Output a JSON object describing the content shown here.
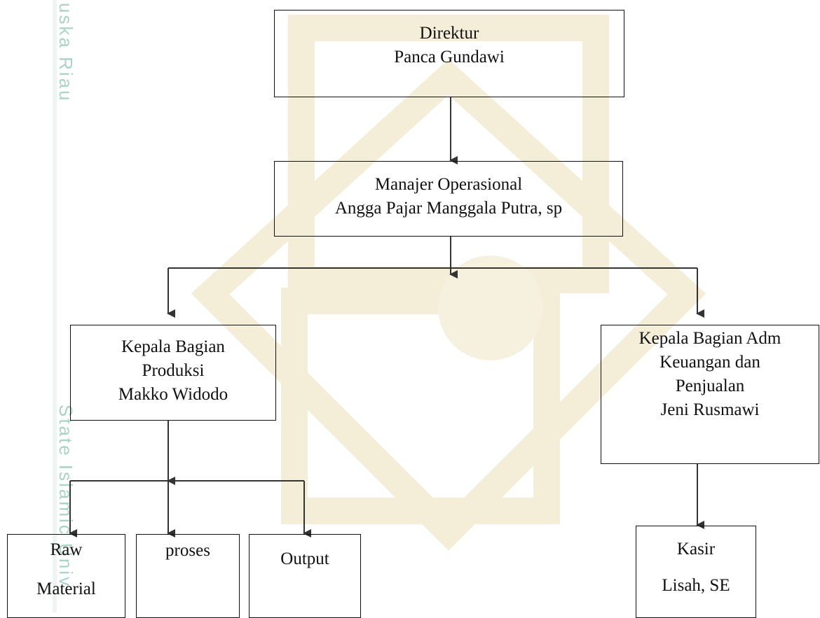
{
  "watermark": {
    "side_top": "uska Riau",
    "side_mid": "State Islamic Univ"
  },
  "chart": {
    "nodes": {
      "direktur": {
        "title": "Direktur",
        "name": "Panca Gundawi"
      },
      "manajer": {
        "title": "Manajer Operasional",
        "name": "Angga Pajar Manggala Putra, sp"
      },
      "produksi": {
        "line1": "Kepala Bagian",
        "line2": "Produksi",
        "name": "Makko Widodo"
      },
      "keuangan": {
        "line1": "Kepala Bagian Adm",
        "line2": "Keuangan dan",
        "line3": "Penjualan",
        "name": "Jeni Rusmawi"
      },
      "raw": {
        "line1": "Raw",
        "line2": "Material"
      },
      "proses": {
        "line1": "proses"
      },
      "output": {
        "line1": "Output"
      },
      "kasir": {
        "title": "Kasir",
        "name": "Lisah, SE"
      }
    }
  }
}
